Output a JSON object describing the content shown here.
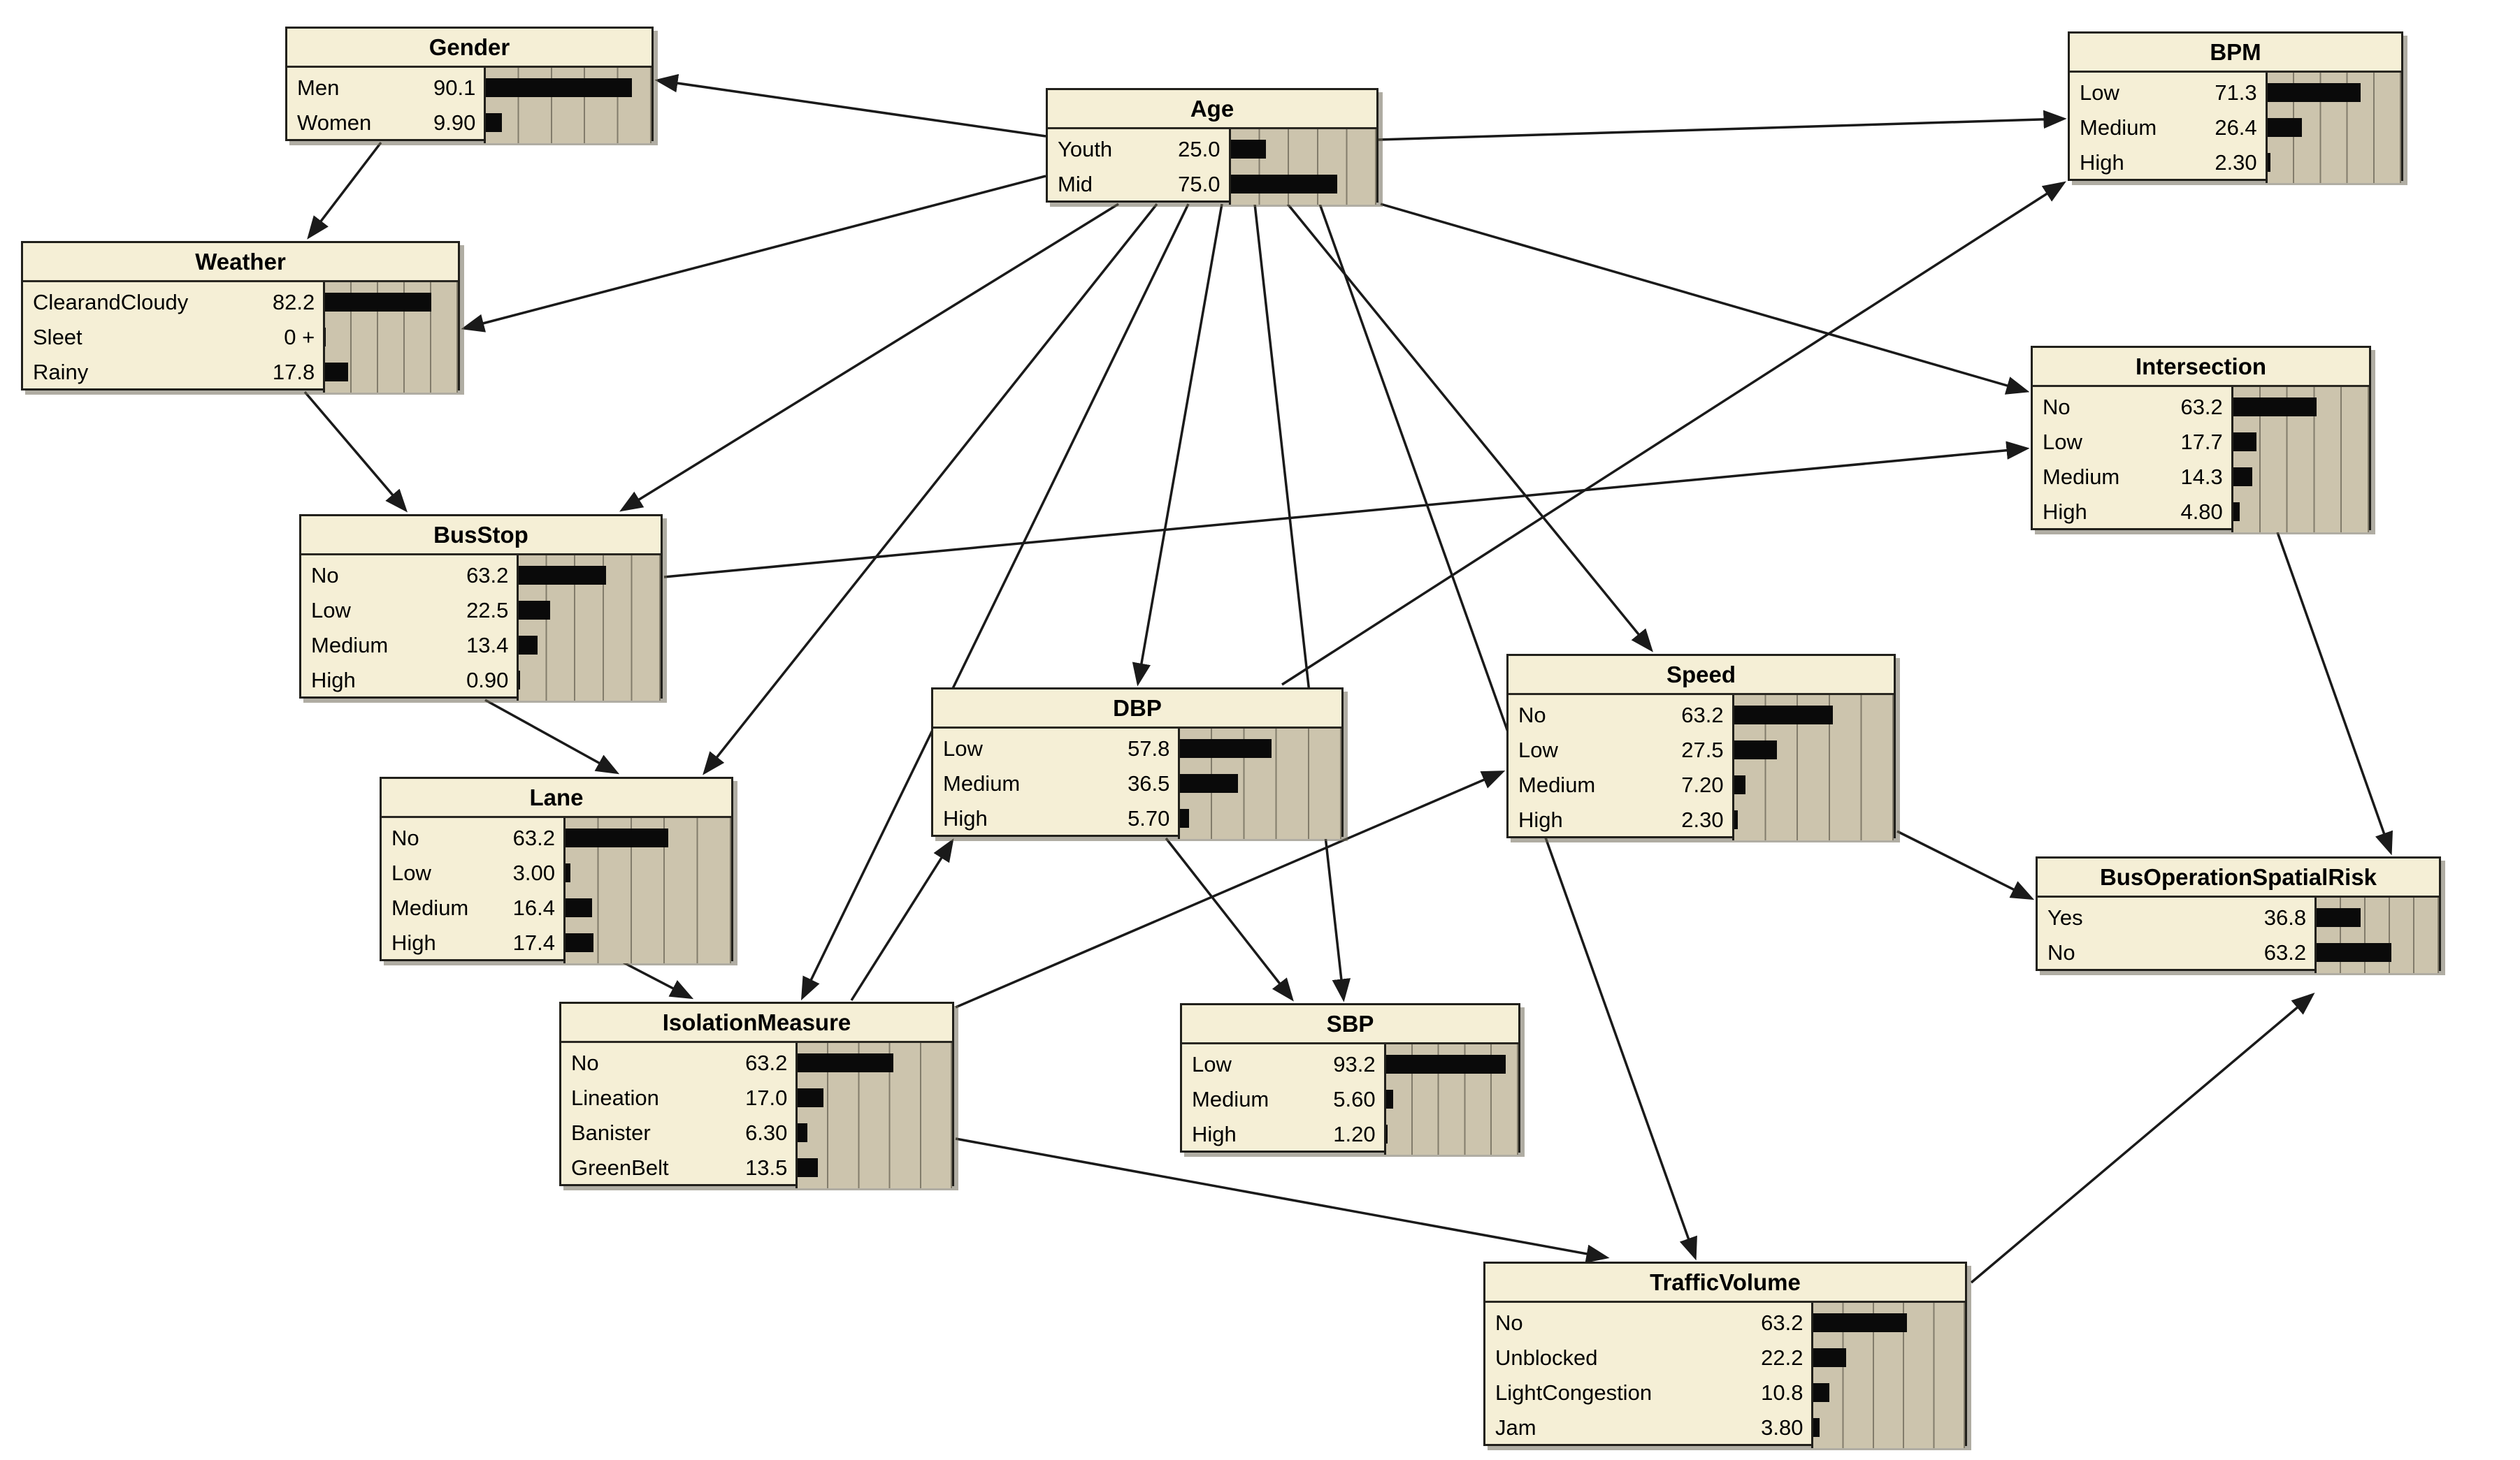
{
  "diagram_type": "bayesian-network",
  "colors": {
    "node_fill": "#f5efd6",
    "bar_area_fill": "#ccc4ad",
    "bar_fill": "#0a0a0a",
    "border": "#21201b",
    "gridline": "#827c6b",
    "edge_line": "#1a1a1a",
    "background": "#ffffff"
  },
  "nodes": [
    {
      "id": "gender",
      "title": "Gender",
      "rows": [
        {
          "label": "Men",
          "value": "90.1",
          "pct": 90.1
        },
        {
          "label": "Women",
          "value": "9.90",
          "pct": 9.9
        }
      ]
    },
    {
      "id": "age",
      "title": "Age",
      "rows": [
        {
          "label": "Youth",
          "value": "25.0",
          "pct": 25.0
        },
        {
          "label": "Mid",
          "value": "75.0",
          "pct": 75.0
        }
      ]
    },
    {
      "id": "bpm",
      "title": "BPM",
      "rows": [
        {
          "label": "Low",
          "value": "71.3",
          "pct": 71.3
        },
        {
          "label": "Medium",
          "value": "26.4",
          "pct": 26.4
        },
        {
          "label": "High",
          "value": "2.30",
          "pct": 2.3
        }
      ]
    },
    {
      "id": "weather",
      "title": "Weather",
      "rows": [
        {
          "label": "ClearandCloudy",
          "value": "82.2",
          "pct": 82.2
        },
        {
          "label": "Sleet",
          "value": "0 +",
          "pct": 0.3
        },
        {
          "label": "Rainy",
          "value": "17.8",
          "pct": 17.8
        }
      ]
    },
    {
      "id": "intersection",
      "title": "Intersection",
      "rows": [
        {
          "label": "No",
          "value": "63.2",
          "pct": 63.2
        },
        {
          "label": "Low",
          "value": "17.7",
          "pct": 17.7
        },
        {
          "label": "Medium",
          "value": "14.3",
          "pct": 14.3
        },
        {
          "label": "High",
          "value": "4.80",
          "pct": 4.8
        }
      ]
    },
    {
      "id": "busstop",
      "title": "BusStop",
      "rows": [
        {
          "label": "No",
          "value": "63.2",
          "pct": 63.2
        },
        {
          "label": "Low",
          "value": "22.5",
          "pct": 22.5
        },
        {
          "label": "Medium",
          "value": "13.4",
          "pct": 13.4
        },
        {
          "label": "High",
          "value": "0.90",
          "pct": 0.9
        }
      ]
    },
    {
      "id": "lane",
      "title": "Lane",
      "rows": [
        {
          "label": "No",
          "value": "63.2",
          "pct": 63.2
        },
        {
          "label": "Low",
          "value": "3.00",
          "pct": 3.0
        },
        {
          "label": "Medium",
          "value": "16.4",
          "pct": 16.4
        },
        {
          "label": "High",
          "value": "17.4",
          "pct": 17.4
        }
      ]
    },
    {
      "id": "dbp",
      "title": "DBP",
      "rows": [
        {
          "label": "Low",
          "value": "57.8",
          "pct": 57.8
        },
        {
          "label": "Medium",
          "value": "36.5",
          "pct": 36.5
        },
        {
          "label": "High",
          "value": "5.70",
          "pct": 5.7
        }
      ]
    },
    {
      "id": "speed",
      "title": "Speed",
      "rows": [
        {
          "label": "No",
          "value": "63.2",
          "pct": 63.2
        },
        {
          "label": "Low",
          "value": "27.5",
          "pct": 27.5
        },
        {
          "label": "Medium",
          "value": "7.20",
          "pct": 7.2
        },
        {
          "label": "High",
          "value": "2.30",
          "pct": 2.3
        }
      ]
    },
    {
      "id": "isolationmeasure",
      "title": "IsolationMeasure",
      "rows": [
        {
          "label": "No",
          "value": "63.2",
          "pct": 63.2
        },
        {
          "label": "Lineation",
          "value": "17.0",
          "pct": 17.0
        },
        {
          "label": "Banister",
          "value": "6.30",
          "pct": 6.3
        },
        {
          "label": "GreenBelt",
          "value": "13.5",
          "pct": 13.5
        }
      ]
    },
    {
      "id": "sbp",
      "title": "SBP",
      "rows": [
        {
          "label": "Low",
          "value": "93.2",
          "pct": 93.2
        },
        {
          "label": "Medium",
          "value": "5.60",
          "pct": 5.6
        },
        {
          "label": "High",
          "value": "1.20",
          "pct": 1.2
        }
      ]
    },
    {
      "id": "busoperationspatialrisk",
      "title": "BusOperationSpatialRisk",
      "rows": [
        {
          "label": "Yes",
          "value": "36.8",
          "pct": 36.8
        },
        {
          "label": "No",
          "value": "63.2",
          "pct": 63.2
        }
      ]
    },
    {
      "id": "trafficvolume",
      "title": "TrafficVolume",
      "rows": [
        {
          "label": "No",
          "value": "63.2",
          "pct": 63.2
        },
        {
          "label": "Unblocked",
          "value": "22.2",
          "pct": 22.2
        },
        {
          "label": "LightCongestion",
          "value": "10.8",
          "pct": 10.8
        },
        {
          "label": "Jam",
          "value": "3.80",
          "pct": 3.8
        }
      ]
    }
  ],
  "edges": [
    {
      "from": "age",
      "to": "gender"
    },
    {
      "from": "age",
      "to": "weather"
    },
    {
      "from": "age",
      "to": "bpm"
    },
    {
      "from": "age",
      "to": "busstop"
    },
    {
      "from": "age",
      "to": "lane"
    },
    {
      "from": "age",
      "to": "isolationmeasure"
    },
    {
      "from": "age",
      "to": "dbp"
    },
    {
      "from": "age",
      "to": "sbp"
    },
    {
      "from": "age",
      "to": "speed"
    },
    {
      "from": "age",
      "to": "trafficvolume"
    },
    {
      "from": "age",
      "to": "intersection"
    },
    {
      "from": "gender",
      "to": "weather"
    },
    {
      "from": "weather",
      "to": "busstop"
    },
    {
      "from": "busstop",
      "to": "lane"
    },
    {
      "from": "busstop",
      "to": "intersection"
    },
    {
      "from": "lane",
      "to": "isolationmeasure"
    },
    {
      "from": "isolationmeasure",
      "to": "dbp"
    },
    {
      "from": "isolationmeasure",
      "to": "speed"
    },
    {
      "from": "isolationmeasure",
      "to": "trafficvolume"
    },
    {
      "from": "dbp",
      "to": "sbp"
    },
    {
      "from": "dbp",
      "to": "bpm"
    },
    {
      "from": "speed",
      "to": "busoperationspatialrisk"
    },
    {
      "from": "intersection",
      "to": "busoperationspatialrisk"
    },
    {
      "from": "trafficvolume",
      "to": "busoperationspatialrisk"
    }
  ]
}
